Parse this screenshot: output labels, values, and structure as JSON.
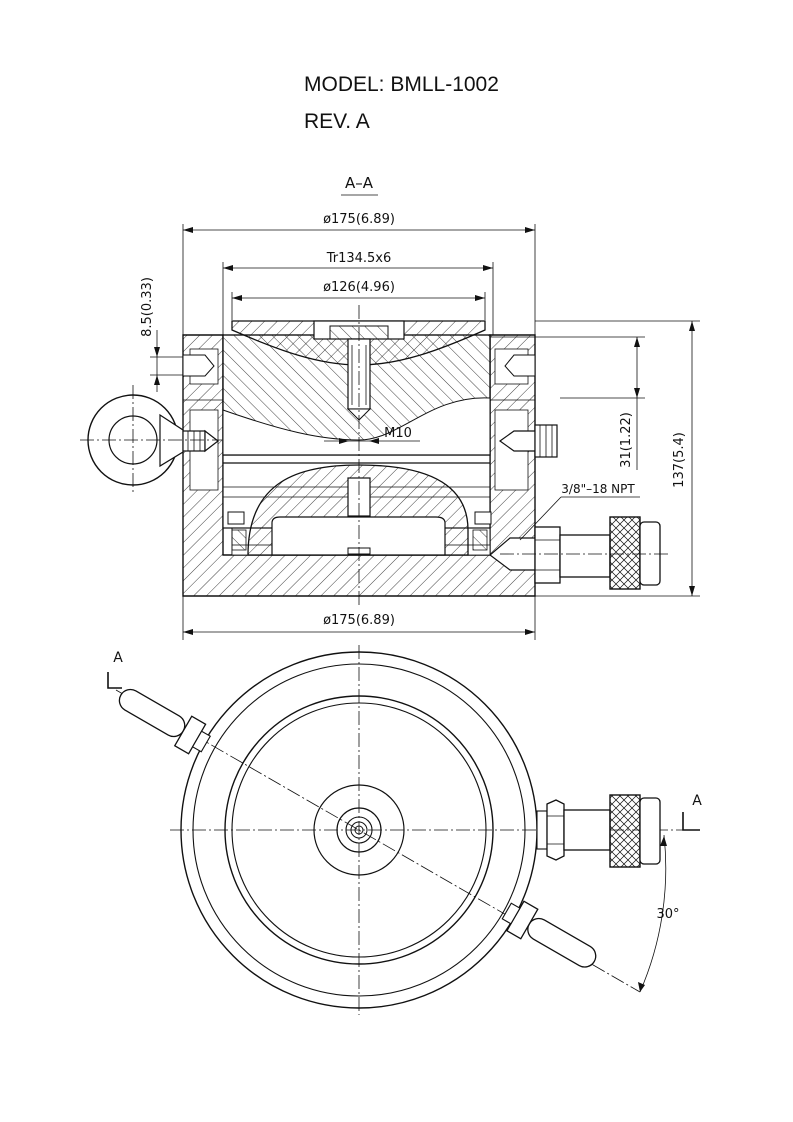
{
  "header": {
    "model": "MODEL: BMLL-1002",
    "revision": "REV. A"
  },
  "section_view": {
    "label": "A–A",
    "dim_outer_top": "ø175(6.89)",
    "dim_thread": "Tr134.5x6",
    "dim_saddle": "ø126(4.96)",
    "dim_left": "8.5(0.33)",
    "dim_stroke": "31(1.22)",
    "dim_height": "137(5.4)",
    "dim_screw": "M10",
    "dim_port": "3/8\"–18 NPT",
    "dim_outer_bottom": "ø175(6.89)"
  },
  "plan_view": {
    "section_mark_left": "A",
    "section_mark_right": "A",
    "angle": "30°"
  },
  "colors": {
    "line": "#111111",
    "background": "#ffffff"
  }
}
